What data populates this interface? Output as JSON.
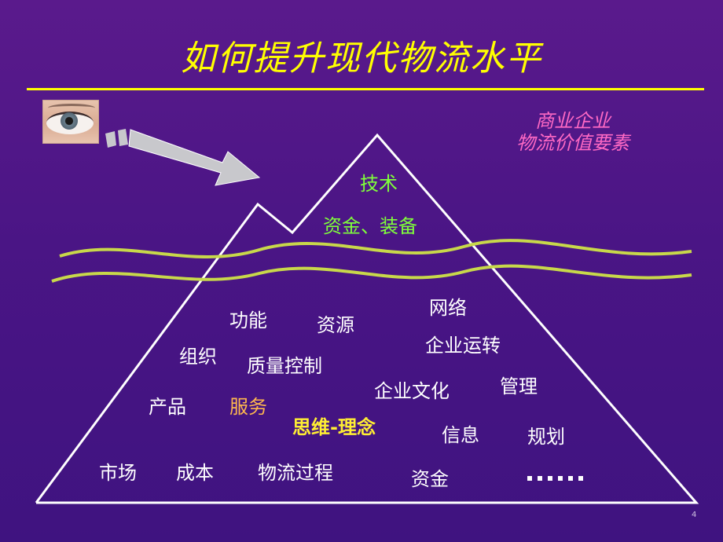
{
  "title": "如何提升现代物流水平",
  "side_label": {
    "line1": "商业企业",
    "line2": "物流价值要素"
  },
  "above_water": {
    "tech": "技术",
    "capital_equipment": "资金、装备"
  },
  "below_water": {
    "function": "功能",
    "resources": "资源",
    "network": "网络",
    "organization": "组织",
    "quality_control": "质量控制",
    "enterprise_operation": "企业运转",
    "product": "产品",
    "service": "服务",
    "corporate_culture": "企业文化",
    "management": "管理",
    "thinking_concept": "思维-理念",
    "information": "信息",
    "planning": "规划",
    "market": "市场",
    "cost": "成本",
    "logistics_process": "物流过程",
    "funds": "资金",
    "ellipsis": "……"
  },
  "page_number": "4",
  "colors": {
    "background": "#4a1585",
    "title": "#ffff00",
    "side_label": "#ff69c4",
    "above_water_text": "#7fff3a",
    "wave": "#c8d84a",
    "service_text": "#ffb84d",
    "thinking_text": "#ffee33"
  },
  "icons": [
    "eye-image",
    "arrow-icon"
  ]
}
